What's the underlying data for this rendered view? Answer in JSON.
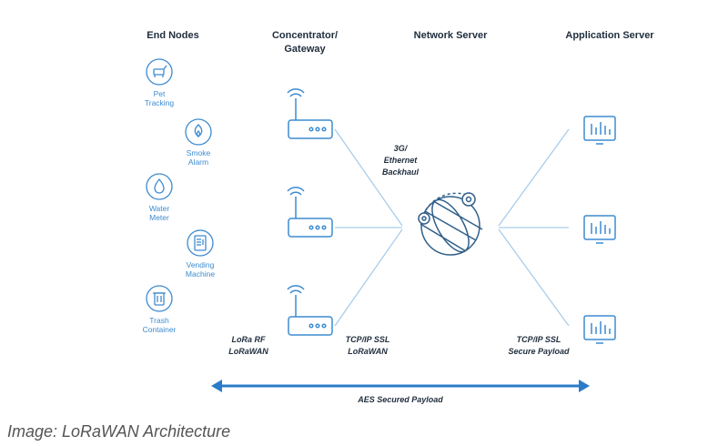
{
  "headers": {
    "end_nodes": "End Nodes",
    "gateway_line1": "Concentrator/",
    "gateway_line2": "Gateway",
    "network_server": "Network Server",
    "app_server": "Application Server"
  },
  "end_nodes": [
    {
      "line1": "Pet",
      "line2": "Tracking",
      "icon": "pet-icon"
    },
    {
      "line1": "Smoke",
      "line2": "Alarm",
      "icon": "flame-icon"
    },
    {
      "line1": "Water",
      "line2": "Meter",
      "icon": "water-drop-icon"
    },
    {
      "line1": "Vending",
      "line2": "Machine",
      "icon": "vending-icon"
    },
    {
      "line1": "Trash",
      "line2": "Container",
      "icon": "trash-icon"
    }
  ],
  "backhaul": {
    "line1": "3G/",
    "line2": "Ethernet",
    "line3": "Backhaul"
  },
  "links": {
    "lora_line1": "LoRa RF",
    "lora_line2": "LoRaWAN",
    "gw_ns_line1": "TCP/IP SSL",
    "gw_ns_line2": "LoRaWAN",
    "ns_as_line1": "TCP/IP SSL",
    "ns_as_line2": "Secure Payload"
  },
  "aes": "AES Secured Payload",
  "caption": "Image: LoRaWAN Architecture",
  "colors": {
    "accent": "#3d8bd0",
    "line": "#a9cdea",
    "arrow": "#2a7bc8",
    "text": "#1f2d3d"
  }
}
